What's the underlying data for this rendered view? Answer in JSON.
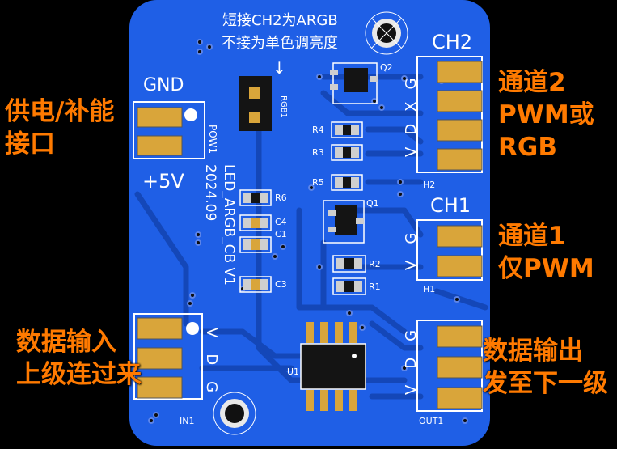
{
  "callouts": {
    "power": {
      "line1": "供电/补能",
      "line2": "接口"
    },
    "ch2": {
      "line1": "通道2",
      "line2": "PWM或",
      "line3": "RGB"
    },
    "ch1": {
      "line1": "通道1",
      "line2": "仅PWM"
    },
    "data_in": {
      "line1": "数据输入",
      "line2": "上级连过来"
    },
    "data_out": {
      "line1": "数据输出",
      "line2": "发至下一级"
    }
  },
  "silkscreen": {
    "note_line1": "短接CH2为ARGB",
    "note_line2": "不接为单色调亮度",
    "arrow": "↓",
    "jumper": "RGB1",
    "gnd": "GND",
    "plus5v": "+5V",
    "pow1": "POW1",
    "board_name": "LED_ARGB_CB V1",
    "board_date": "2024.09",
    "ch2": "CH2",
    "ch1": "CH1",
    "h2_pins": "VDXG",
    "h1_pins": "VG",
    "out_pins": "VDG",
    "in_pins": "VDG",
    "h2": "H2",
    "h1": "H1",
    "out1": "OUT1",
    "in1": "IN1",
    "q2": "Q2",
    "q1": "Q1",
    "r4": "R4",
    "r3": "R3",
    "r5": "R5",
    "r6": "R6",
    "c4": "C4",
    "c1": "C1",
    "c3": "C3",
    "r2": "R2",
    "r1": "R1",
    "u1": "U1"
  },
  "colors": {
    "board": "#1f5fe6",
    "board_dark": "#1447b8",
    "pad": "#d9a53a",
    "silk": "#ffffff",
    "callout": "#ff7a00",
    "background": "#000000"
  }
}
